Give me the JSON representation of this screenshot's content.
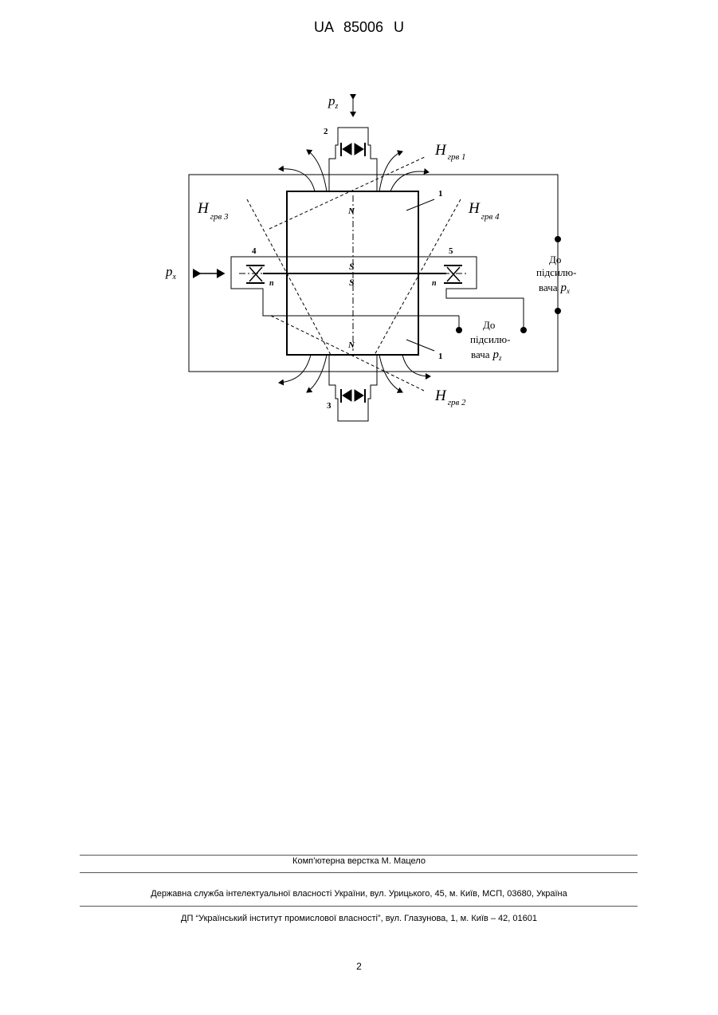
{
  "document": {
    "header": "UA 85006 U",
    "page_number": "2"
  },
  "figure": {
    "labels": {
      "pz_symbol": "p",
      "pz_sub": "z",
      "px_symbol": "p",
      "px_sub": "x",
      "num_1_top": "1",
      "num_1_bottom": "1",
      "num_2": "2",
      "num_3": "3",
      "num_4": "4",
      "num_5": "5",
      "h1_main": "H",
      "h1_sub": "грв 1",
      "h2_main": "H",
      "h2_sub": "грв 2",
      "h3_main": "H",
      "h3_sub": "грв 3",
      "h4_main": "H",
      "h4_sub": "грв 4",
      "pole_n_top": "N",
      "pole_s_upper": "S",
      "pole_s_lower": "S",
      "pole_n_bottom": "N",
      "n_left": "n",
      "n_right": "n",
      "amp_x_line1": "До",
      "amp_x_line2": "підсилю-",
      "amp_x_line3": "вача",
      "amp_x_symbol": "p",
      "amp_x_sub": "x",
      "amp_z_line1": "До",
      "amp_z_line2": "підсилю-",
      "amp_z_line3": "вача",
      "amp_z_symbol": "p",
      "amp_z_sub": "z"
    }
  },
  "footer": {
    "typesetting": "Комп’ютерна верстка М. Мацело",
    "agency": "Державна служба інтелектуальної власності України, вул. Урицького, 45, м. Київ, МСП, 03680, Україна",
    "institute": "ДП “Український інститут промислової власності”, вул. Глазунова, 1, м. Київ – 42, 01601"
  }
}
